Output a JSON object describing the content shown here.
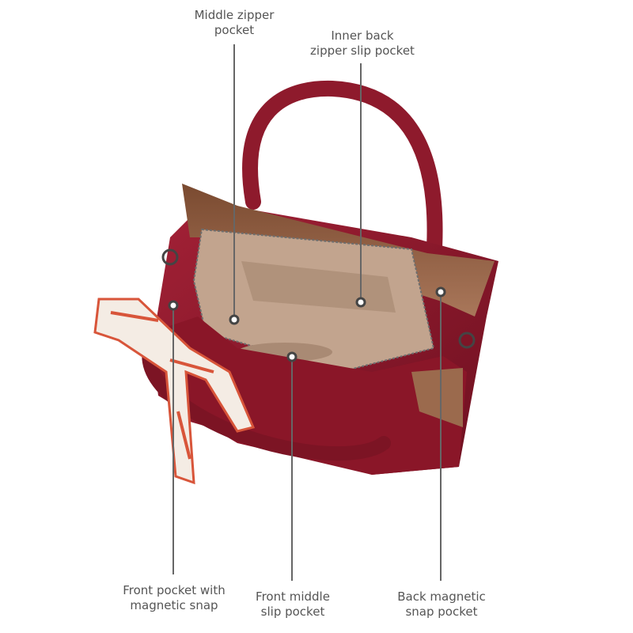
{
  "callouts": {
    "middle_zipper_pocket": "Middle zipper\npocket",
    "inner_back_zipper_slip_pocket": "Inner back\nzipper slip pocket",
    "front_pocket_magnetic_snap": "Front pocket with\nmagnetic snap",
    "front_middle_slip_pocket": "Front middle\nslip pocket",
    "back_magnetic_snap_pocket": "Back magnetic\nsnap pocket"
  },
  "colors": {
    "leather": "#8e1a2c",
    "leather_dark": "#6a0f1f",
    "lining": "#8a5a3c",
    "interior": "#b89a84",
    "line": "#666666",
    "label": "#555555"
  }
}
